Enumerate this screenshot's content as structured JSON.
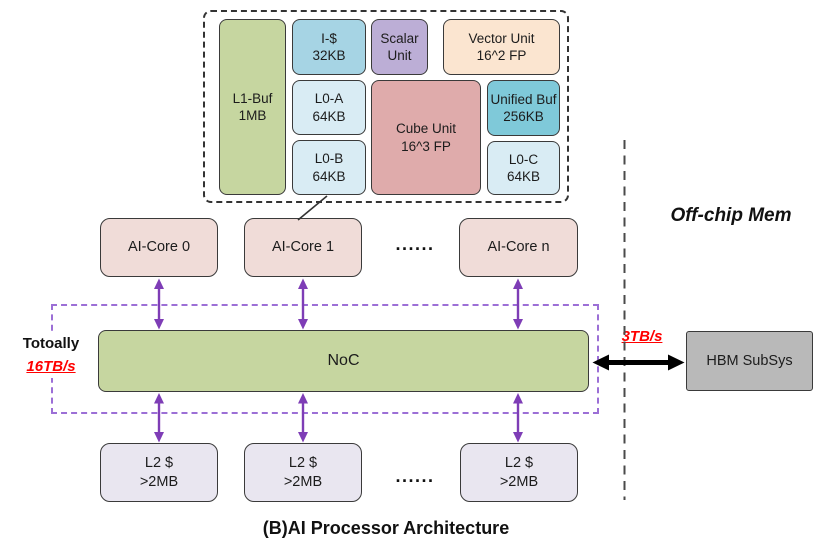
{
  "figure": {
    "caption": "(B)AI Processor Architecture",
    "offchip_region_label": "Off-chip Mem"
  },
  "core_detail": {
    "cells": [
      {
        "id": "l1-buf",
        "line1": "L1-Buf",
        "line2": "1MB"
      },
      {
        "id": "i-cache",
        "line1": "I-$",
        "line2": "32KB"
      },
      {
        "id": "scalar-unit",
        "line1": "Scalar",
        "line2": "Unit"
      },
      {
        "id": "vector-unit",
        "line1": "Vector Unit",
        "line2": "16^2 FP"
      },
      {
        "id": "l0-a",
        "line1": "L0-A",
        "line2": "64KB"
      },
      {
        "id": "cube-unit",
        "line1": "Cube Unit",
        "line2": "16^3 FP"
      },
      {
        "id": "unified-buf",
        "line1": "Unified Buf",
        "line2": "256KB"
      },
      {
        "id": "l0-b",
        "line1": "L0-B",
        "line2": "64KB"
      },
      {
        "id": "l0-c",
        "line1": "L0-C",
        "line2": "64KB"
      }
    ]
  },
  "cores": [
    "AI-Core 0",
    "AI-Core 1",
    "AI-Core n"
  ],
  "dots": "......",
  "noc": {
    "label": "NoC"
  },
  "l2": {
    "line1": "L2 $",
    "line2": ">2MB"
  },
  "hbm": {
    "label": "HBM SubSys"
  },
  "labels": {
    "totally": "Totoally",
    "total_bandwidth": "16TB/s",
    "hbm_bandwidth": "3TB/s"
  },
  "colors": {
    "cell_green": "#c6d6a0",
    "cell_blue": "#a6d4e4",
    "cell_lightblue": "#d9ecf4",
    "cell_purple": "#bcaed6",
    "cell_peach": "#fbe5d0",
    "cell_rose": "#dfabab",
    "cell_teal": "#7fc9d9",
    "core_pink": "#f0dcd8",
    "l2_lavender": "#e9e6f0",
    "noc_green": "#c6d6a0",
    "hbm_gray": "#b9b9b9",
    "arrow_purple": "#7e3db6",
    "dashed_purple": "#9c6fd6",
    "bandwidth_red": "#ff0000"
  }
}
